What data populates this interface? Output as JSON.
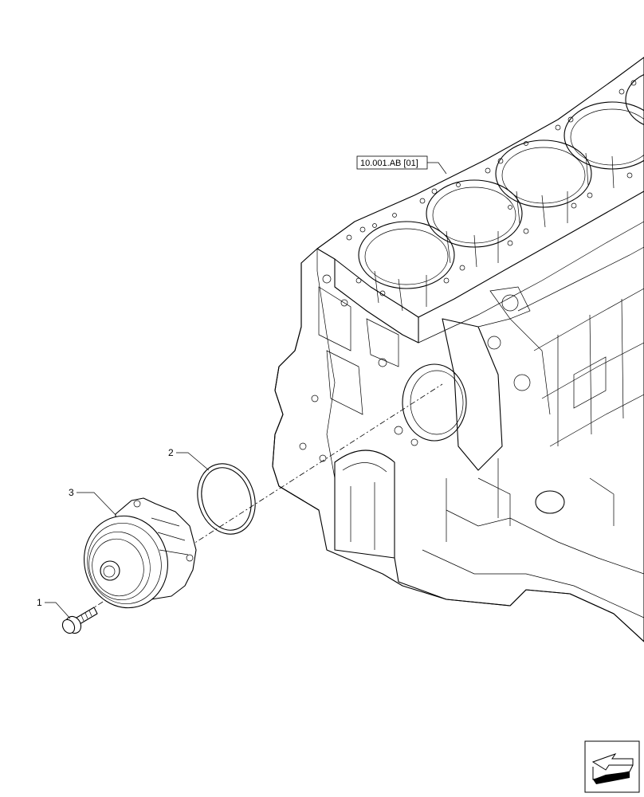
{
  "reference": {
    "label": "10.001.AB [01]"
  },
  "callouts": [
    {
      "id": "1",
      "part": "bolt"
    },
    {
      "id": "2",
      "part": "o-ring"
    },
    {
      "id": "3",
      "part": "water-pump"
    }
  ],
  "nav_icon": "next-page-arrow-icon"
}
